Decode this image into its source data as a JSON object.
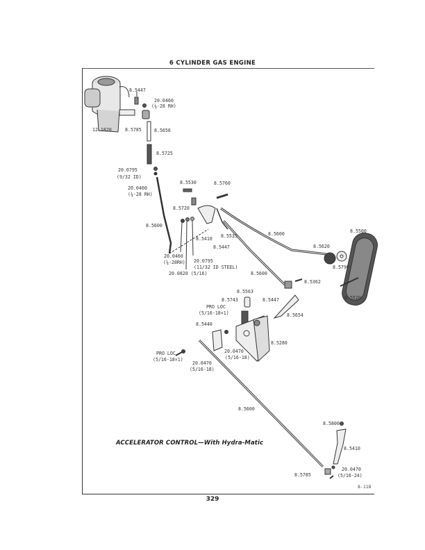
{
  "page": {
    "header": "6 CYLINDER GAS ENGINE",
    "caption": "ACCELERATOR CONTROL—With Hydra-Matic",
    "figure_id": "8-118",
    "page_number": "329"
  },
  "labels": [
    {
      "id": "l1",
      "text": "8.5447"
    },
    {
      "id": "l2",
      "text": "20.0460"
    },
    {
      "id": "l2b",
      "text": "(¼-28 RH)"
    },
    {
      "id": "l3",
      "text": "12.1820"
    },
    {
      "id": "l4",
      "text": "8.5785"
    },
    {
      "id": "l5",
      "text": "8.5656"
    },
    {
      "id": "l6",
      "text": "8.5725"
    },
    {
      "id": "l7",
      "text": "20.0795"
    },
    {
      "id": "l7b",
      "text": "(9/32 ID)"
    },
    {
      "id": "l8",
      "text": "20.0460"
    },
    {
      "id": "l8b",
      "text": "(¼-28 RH)"
    },
    {
      "id": "l9",
      "text": "8.5530"
    },
    {
      "id": "l10",
      "text": "8.5760"
    },
    {
      "id": "l11",
      "text": "8.5720"
    },
    {
      "id": "l12",
      "text": "8.5600"
    },
    {
      "id": "l13",
      "text": "8.5410"
    },
    {
      "id": "l14",
      "text": "8.5535"
    },
    {
      "id": "l15",
      "text": "8.5447"
    },
    {
      "id": "l16",
      "text": "20.0460"
    },
    {
      "id": "l16b",
      "text": "(¼-28RH)"
    },
    {
      "id": "l17",
      "text": "20.0795"
    },
    {
      "id": "l17b",
      "text": "(11/32 ID STEEL)"
    },
    {
      "id": "l18",
      "text": "20.0820 (5/16)"
    },
    {
      "id": "l19",
      "text": "8.5600"
    },
    {
      "id": "l20",
      "text": "8.5600"
    },
    {
      "id": "l21",
      "text": "8.5500"
    },
    {
      "id": "l22",
      "text": "8.5620"
    },
    {
      "id": "l23",
      "text": "8.5790"
    },
    {
      "id": "l24",
      "text": "8.5362"
    },
    {
      "id": "l25",
      "text": "8.5520"
    },
    {
      "id": "l26",
      "text": "8.5563"
    },
    {
      "id": "l27",
      "text": "8.5743"
    },
    {
      "id": "l28",
      "text": "PRO LOC"
    },
    {
      "id": "l28b",
      "text": "(5/16-18×1)"
    },
    {
      "id": "l29",
      "text": "8.5447"
    },
    {
      "id": "l30",
      "text": "8.5654"
    },
    {
      "id": "l31",
      "text": "8.5440"
    },
    {
      "id": "l32",
      "text": "8.5280"
    },
    {
      "id": "l33",
      "text": "20.0470"
    },
    {
      "id": "l33b",
      "text": "(5/16-18)"
    },
    {
      "id": "l34",
      "text": "PRO LOC"
    },
    {
      "id": "l34b",
      "text": "(5/16-18×1)"
    },
    {
      "id": "l35",
      "text": "20.0470"
    },
    {
      "id": "l35b",
      "text": "(5/16-18)"
    },
    {
      "id": "l36",
      "text": "8.5600"
    },
    {
      "id": "l37",
      "text": "8.5800"
    },
    {
      "id": "l38",
      "text": "8.5410"
    },
    {
      "id": "l39",
      "text": "20.0470"
    },
    {
      "id": "l39b",
      "text": "(5/16-24)"
    },
    {
      "id": "l40",
      "text": "8.5785"
    }
  ]
}
